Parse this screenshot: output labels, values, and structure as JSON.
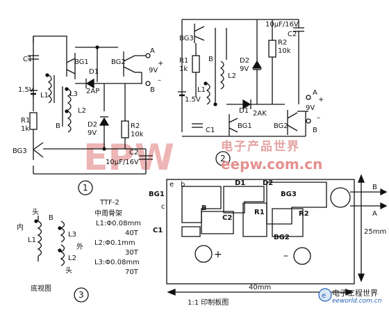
{
  "circuit1": {
    "C1": "C1",
    "BG1": "BG1",
    "BG2": "BG2",
    "A": "A",
    "plus": "+",
    "v9": "9V",
    "B": "B",
    "minus": "–",
    "v15": "1.5V",
    "L1": "L1",
    "L3": "L3",
    "D1": "D1",
    "ap2": "2AP",
    "L2": "L2",
    "Bcore": "B",
    "R1": "R1",
    "k1": "1k",
    "D2": "D2",
    "v9b": "9V",
    "R2": "R2",
    "k10": "10k",
    "BG3": "BG3",
    "C2": "C2",
    "cap": "10μF/16V",
    "num": "1"
  },
  "circuit2": {
    "BG3": "BG3",
    "cap": "10μF/16V",
    "C2": "C2",
    "R1": "R1",
    "k1": "1k",
    "B": "B",
    "D2": "D2",
    "v9": "9V",
    "R2": "R2",
    "k10": "10k",
    "L2": "L2",
    "L1": "L1",
    "v15": "1.5V",
    "A": "A",
    "plus": "+",
    "v9b": "9V",
    "minus": "–",
    "Bterm": "B",
    "C1": "C1",
    "D1": "D1",
    "ak2": "2AK",
    "BG1": "BG1",
    "BG2": "BG2",
    "num": "2"
  },
  "coil": {
    "tou1": "头",
    "nei": "内",
    "B": "B",
    "L1": "L1",
    "L3": "L3",
    "wai": "外",
    "L2": "L2",
    "tou2": "头",
    "bottom_view": "底视图",
    "num": "3",
    "ttf": "TTF-2",
    "frame": "中周骨架",
    "l1": "L1:Φ0.08mm",
    "l1t": "40T",
    "l2": "L2:Φ0.1mm",
    "l2t": "30T",
    "l3": "L3:Φ0.08mm",
    "l3t": "70T"
  },
  "pcb": {
    "BG1": "BG1",
    "e": "e",
    "b": "b",
    "c": "c",
    "C1": "C1",
    "B": "B",
    "C2": "C2",
    "D1": "D1",
    "D2": "D2",
    "BG3": "BG3",
    "R1": "R1",
    "R2": "R2",
    "BG2": "BG2",
    "plus": "+",
    "minus": "–",
    "outB": "B",
    "outA": "A",
    "dim25": "25mm",
    "dim40": "40mm",
    "caption": "1:1 印制板图"
  },
  "watermark": {
    "text": "电子产品世界",
    "url": "eepw.com.cn"
  },
  "logo": {
    "text": "电子工程世界",
    "url": "eeworld.com.cn"
  }
}
